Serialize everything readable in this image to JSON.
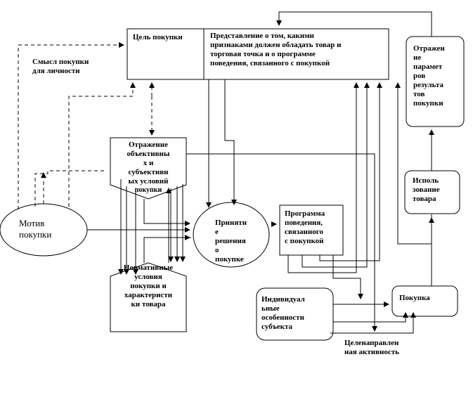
{
  "nodes": {
    "goal": "Цель покупки",
    "representation": [
      "Представление о том, какими",
      "признаками должен обладать товар и",
      "торговая точка и о программе",
      "поведения, связанного с покупкой"
    ],
    "reflection_results": [
      "Отражен",
      "ие",
      "парамет",
      "ров",
      "результа",
      "тов",
      "покупки"
    ],
    "meaning": [
      "Смысл покупки",
      "для личности"
    ],
    "reflection_conditions": [
      "Отражение",
      "объективны",
      "х и",
      "субъективн",
      "ых условий",
      "покупки"
    ],
    "normative": [
      "Нормативные",
      "условия",
      "покупки и",
      "характеристи",
      "ки товара"
    ],
    "motive": [
      "Мотив",
      "покупки"
    ],
    "decision": [
      "Приняти",
      "е",
      "решения",
      "о",
      "покупке"
    ],
    "program": [
      "Программа",
      "поведения,",
      "связанного",
      "с покупкой"
    ],
    "individual": [
      "Индивидуал",
      "ьные",
      "особенности",
      "субъекта"
    ],
    "purchase": "Покупка",
    "usage": [
      "Исполь",
      "зование",
      "товара"
    ],
    "activity": [
      "Целенаправлен",
      "ная активность"
    ]
  },
  "colors": {
    "line": "#000000",
    "background": "#ffffff"
  }
}
